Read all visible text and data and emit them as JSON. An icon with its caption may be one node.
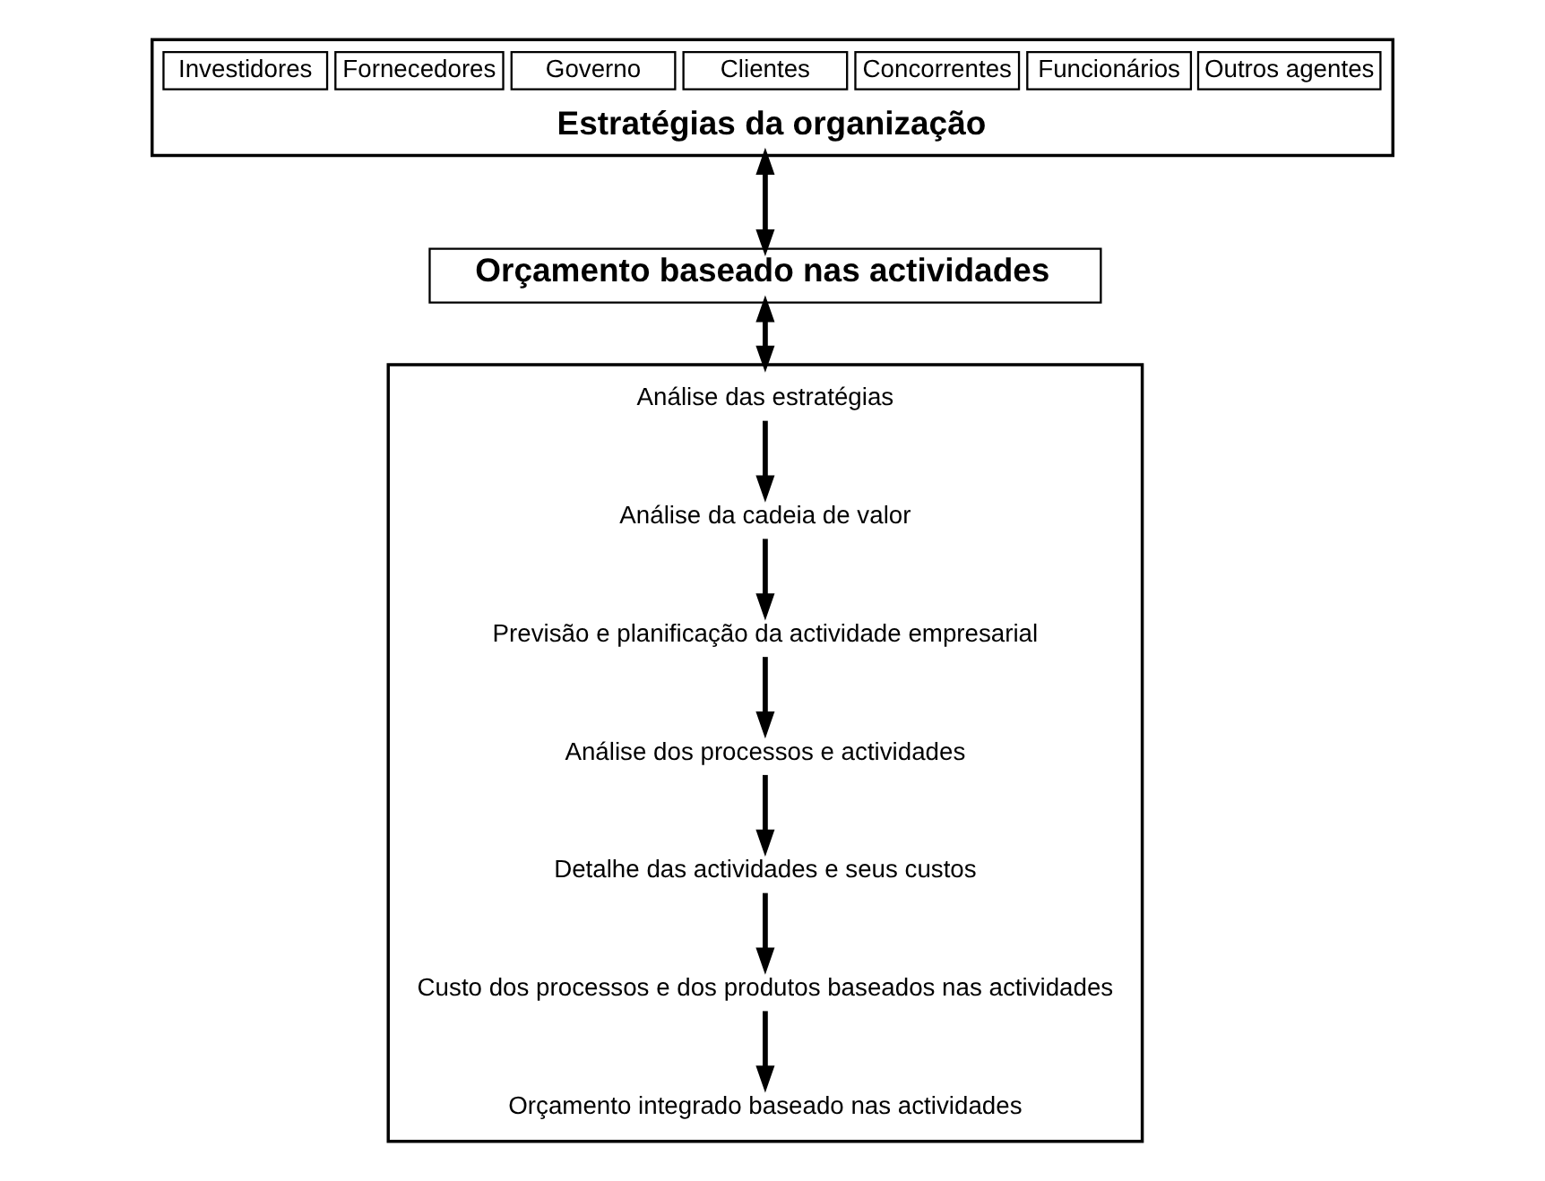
{
  "diagram": {
    "nodes": [
      {
        "text": [
          "Estratégias da organização"
        ]
      },
      {
        "text": [
          "Investidores"
        ],
        "in": 0
      },
      {
        "text": [
          "Fornecedores"
        ],
        "in": 0
      },
      {
        "text": [
          "Governo"
        ],
        "in": 0
      },
      {
        "text": [
          "Clientes"
        ],
        "in": 0
      },
      {
        "text": [
          "Concorrentes"
        ],
        "in": 0
      },
      {
        "text": [
          "Funcionários"
        ],
        "in": 0
      },
      {
        "text": [
          "Outros agentes"
        ],
        "in": 0
      },
      {
        "text": [
          "Orçamento baseado nas actividades"
        ]
      },
      {
        "text": [],
        "shape": "box"
      },
      {
        "text": [
          "Análise das estratégias"
        ],
        "in": 9
      },
      {
        "text": [
          "Análise da cadeia de valor"
        ],
        "in": 9
      },
      {
        "text": [
          "Previsão e planificação da actividade empresarial"
        ],
        "in": 9
      },
      {
        "text": [
          "Análise dos processos e actividades"
        ],
        "in": 9
      },
      {
        "text": [
          "Detalhe das actividades e seus custos"
        ],
        "in": 9
      },
      {
        "text": [
          "Custo dos processos e dos produtos baseados nas actividades"
        ],
        "in": 9
      },
      {
        "text": [
          "Orçamento integrado baseado nas actividades"
        ],
        "in": 9
      }
    ],
    "edges": [
      {
        "from": 0,
        "to": 8,
        "arrow": "both"
      },
      {
        "from": 8,
        "to": 9,
        "arrow": "both"
      },
      {
        "from": 10,
        "to": 11,
        "arrow": "to"
      },
      {
        "from": 11,
        "to": 12,
        "arrow": "to"
      },
      {
        "from": 12,
        "to": 13,
        "arrow": "to"
      },
      {
        "from": 13,
        "to": 14,
        "arrow": "to"
      },
      {
        "from": 14,
        "to": 15,
        "arrow": "to"
      },
      {
        "from": 15,
        "to": 16,
        "arrow": "to"
      }
    ]
  }
}
